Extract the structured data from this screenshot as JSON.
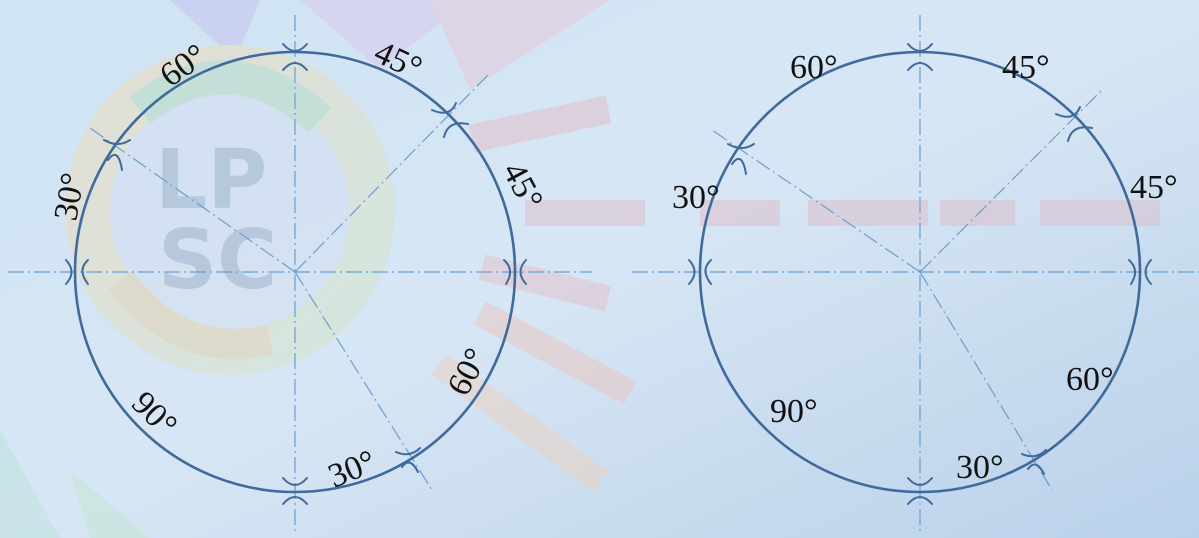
{
  "watermark": {
    "line1": "LP",
    "line2": "SC"
  },
  "colors": {
    "circle": "#3f6a9c",
    "centerline": "#6a9fd0",
    "text": "#111111",
    "bg_light": "#d9e8f5",
    "bg_mid": "#b8d2ea"
  },
  "left_diagram": {
    "labels": {
      "a": "60°",
      "b": "45°",
      "c": "30°",
      "d": "45°",
      "e": "60°",
      "f": "90°",
      "g": "30°"
    }
  },
  "right_diagram": {
    "labels": {
      "a": "60°",
      "b": "45°",
      "c": "30°",
      "d": "45°",
      "e": "60°",
      "f": "90°",
      "g": "30°"
    }
  }
}
